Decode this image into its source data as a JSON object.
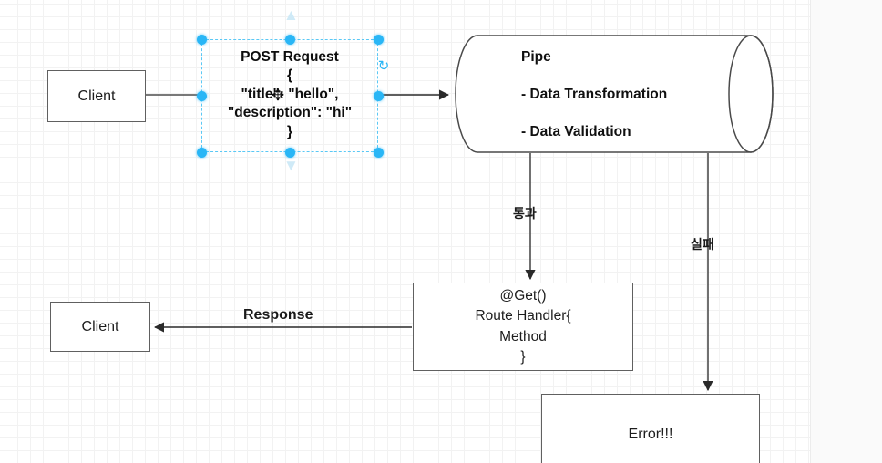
{
  "canvas": {
    "background": "#ffffff",
    "grid_minor_color": "#f2f2f2",
    "grid_major_color": "#e6e6e6"
  },
  "colors": {
    "node_stroke": "#606060",
    "text": "#1d1d1d",
    "selection_accent": "#29b6f6",
    "connector": "#4d4d4d"
  },
  "nodes": {
    "client_top": {
      "label": "Client"
    },
    "client_bottom": {
      "label": "Client"
    },
    "pipe": {
      "title": "Pipe",
      "bullets": [
        "- Data Transformation",
        "- Data Validation"
      ]
    },
    "route_handler": {
      "label": "@Get()\nRoute Handler{\nMethod\n}"
    },
    "error": {
      "label": "Error!!!"
    }
  },
  "selection": {
    "text": "POST Request\n{\n\"title\": \"hello\",\n\"description\": \"hi\"\n}",
    "rotate_icon": "↻",
    "move_cursor_icon": "✥",
    "ghost_up_icon": "▲",
    "ghost_down_icon": "▼",
    "handles": [
      "top-left",
      "top-center",
      "top-right",
      "middle-left",
      "middle-right",
      "bottom-left",
      "bottom-center",
      "bottom-right"
    ]
  },
  "edges": {
    "request_label": "",
    "pass_label": "통과",
    "fail_label": "실패",
    "response_label": "Response"
  }
}
